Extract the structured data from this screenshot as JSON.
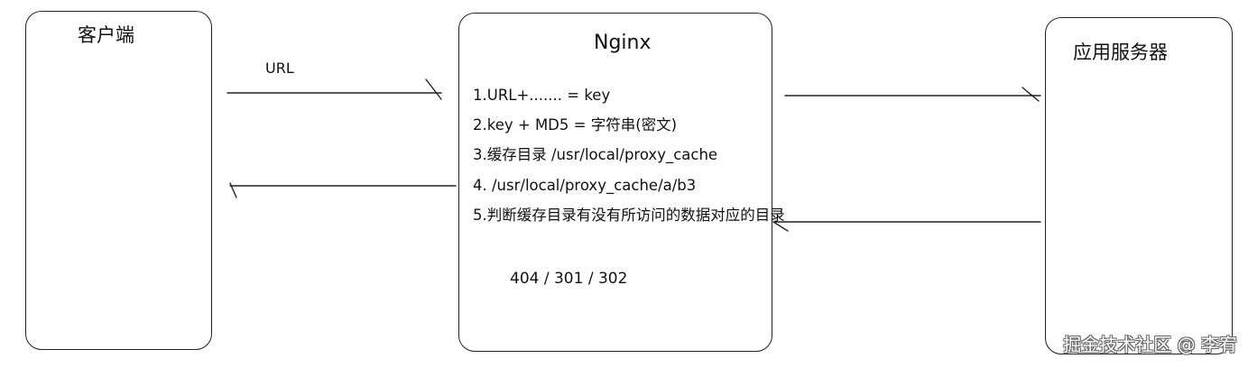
{
  "nodes": {
    "client": {
      "label": "客户端"
    },
    "nginx": {
      "label": "Nginx"
    },
    "server": {
      "label": "应用服务器"
    }
  },
  "edges": {
    "client_to_nginx": {
      "label": "URL"
    }
  },
  "nginx_steps": [
    "1.URL+....... =  key",
    "2.key + MD5 = 字符串(密文)",
    "3.缓存目录 /usr/local/proxy_cache",
    "4. /usr/local/proxy_cache/a/b3",
    "5.判断缓存目录有没有所访问的数据对应的目录"
  ],
  "status_codes": "404 / 301 / 302",
  "watermark": "掘金技术社区 @ 李宥"
}
